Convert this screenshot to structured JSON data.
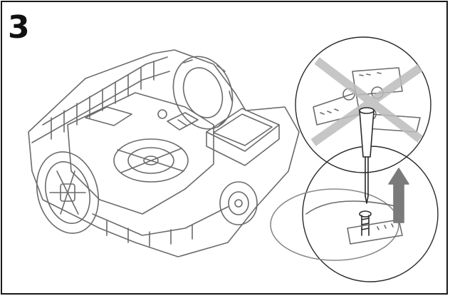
{
  "step": {
    "number": "3"
  },
  "illustration": {
    "subject": "robotic-lawn-mower-underside",
    "detail_callouts": [
      "crossed-out-blade-set",
      "screwdriver-screw-blade"
    ]
  },
  "colors": {
    "line": "#6b6b6b",
    "dark_line": "#2a2a2a",
    "cross": "#bdbdbd",
    "arrow": "#7a7a7a",
    "border": "#1a1a1a"
  }
}
